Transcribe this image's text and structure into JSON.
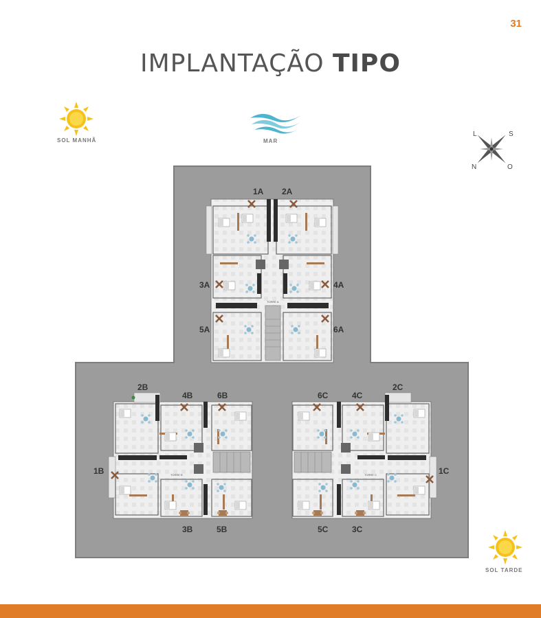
{
  "page_number": "31",
  "title": {
    "light": "IMPLANTAÇÃO",
    "bold": "TIPO"
  },
  "legend": {
    "sun_morning": "SOL MANHÃ",
    "sea": "MAR",
    "sun_afternoon": "SOL TARDE",
    "compass": {
      "n": "N",
      "s": "S",
      "l": "L",
      "o": "O"
    }
  },
  "towers": {
    "a": {
      "label": "TORRE A",
      "units": {
        "u1": "1A",
        "u2": "2A",
        "u3": "3A",
        "u4": "4A",
        "u5": "5A",
        "u6": "6A"
      }
    },
    "b": {
      "label": "TORRE B",
      "units": {
        "u1": "1B",
        "u2": "2B",
        "u3": "3B",
        "u4": "4B",
        "u5": "5B",
        "u6": "6B"
      }
    },
    "c": {
      "label": "TORRE C",
      "units": {
        "u1": "1C",
        "u2": "2C",
        "u3": "3C",
        "u4": "4C",
        "u5": "5C",
        "u6": "6C"
      }
    }
  },
  "colors": {
    "accent": "#e07b28",
    "sun": "#f5c21b",
    "sea": "#4fb4cf",
    "ground": "#9c9c9c",
    "plan_bg": "#e9e9e9"
  }
}
